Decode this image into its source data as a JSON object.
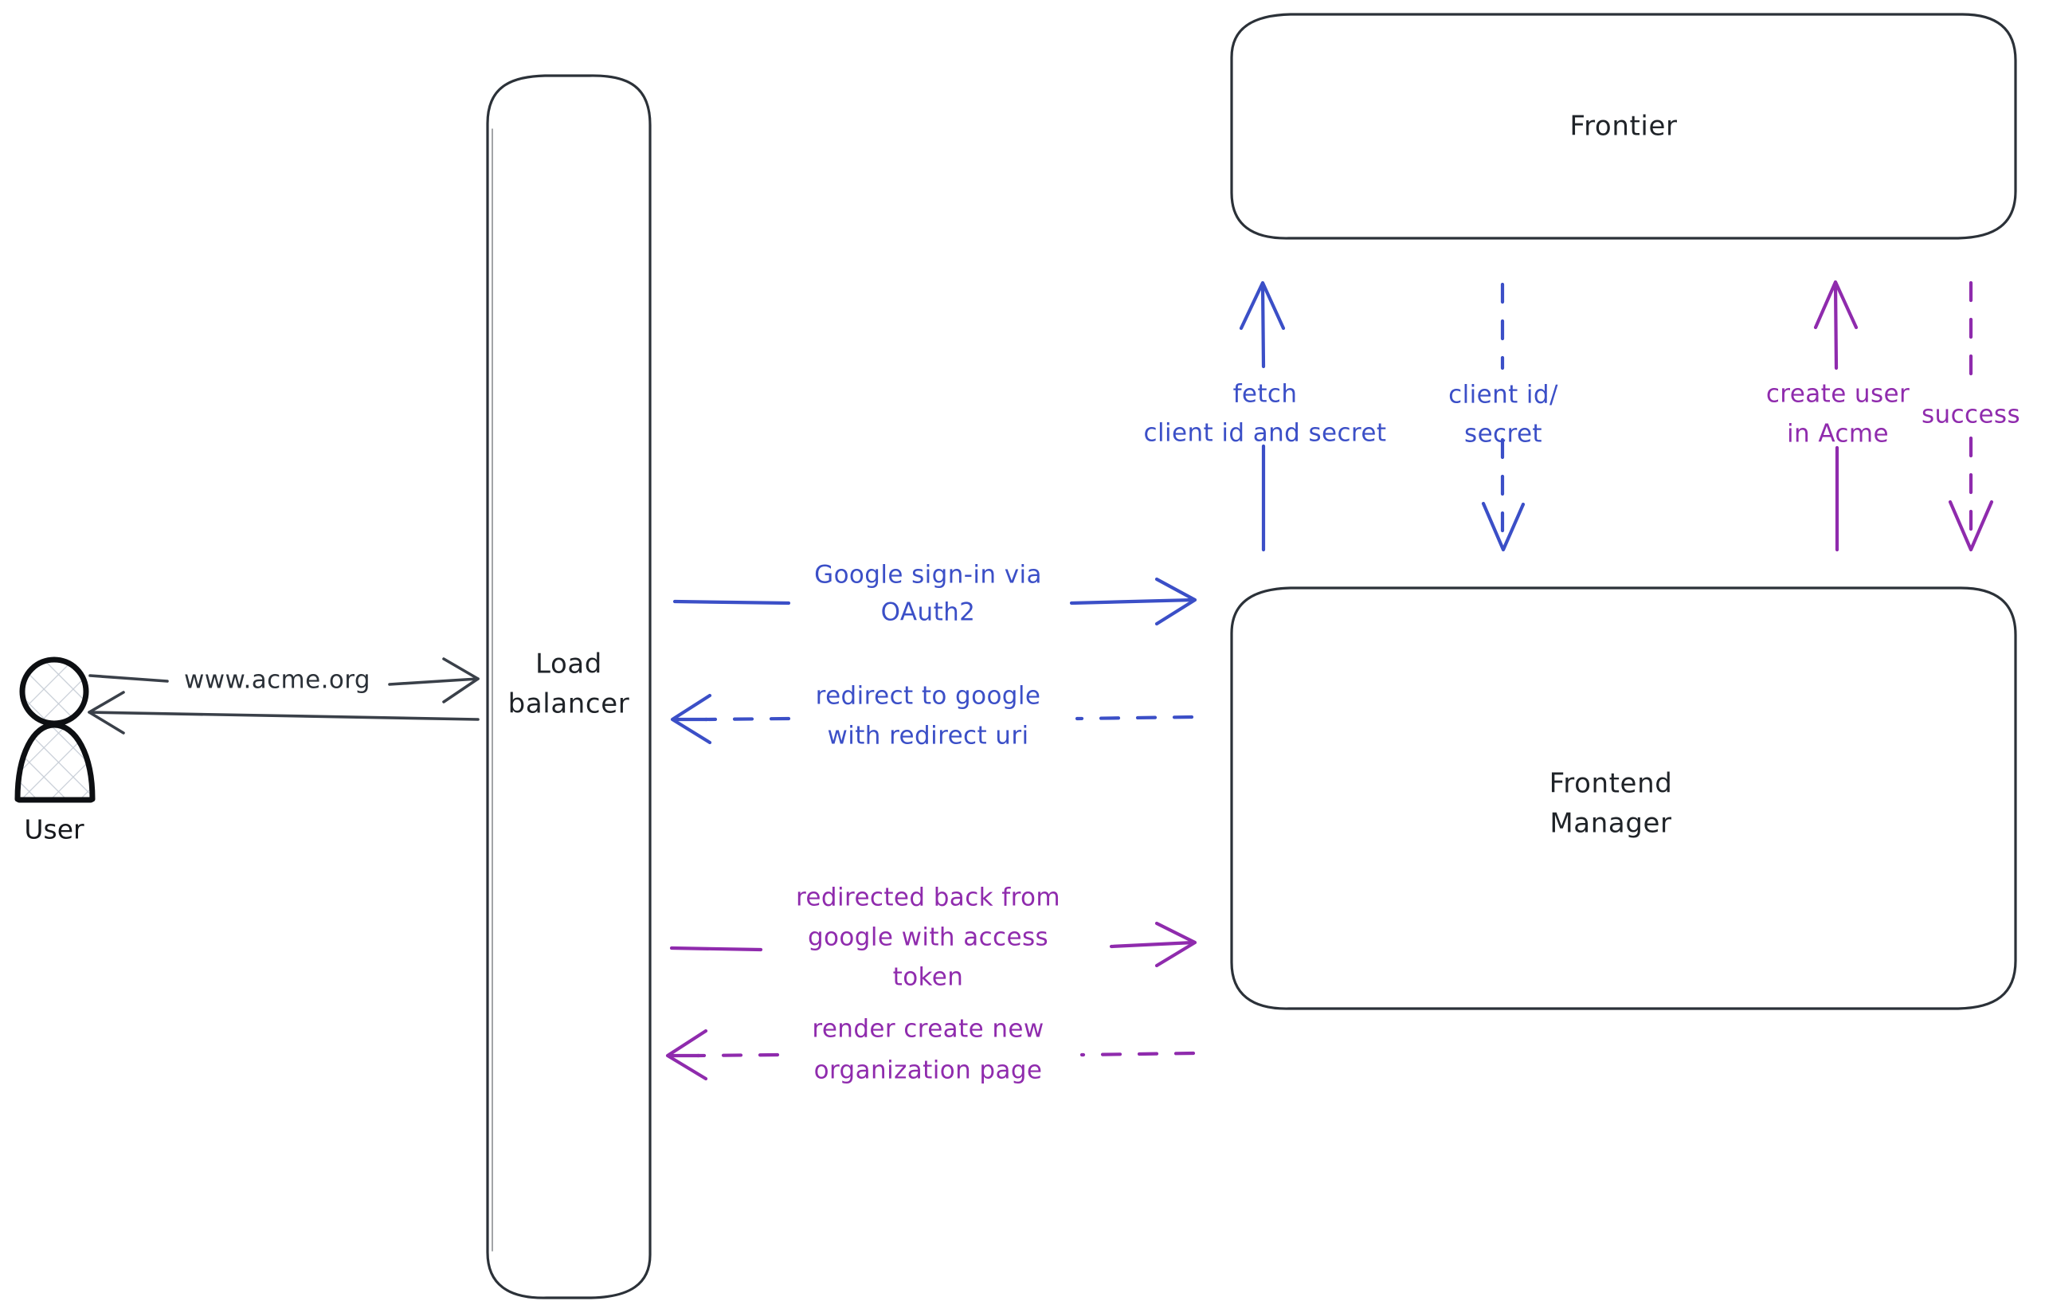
{
  "diagram": {
    "title": "Google OAuth2 sign-in sequence",
    "background": "#ffffff",
    "colors": {
      "node_stroke": "#2b3138",
      "blue": "#3b4fc7",
      "purple": "#8f2bad",
      "dark": "#3a4049",
      "actor": "#0d0f12"
    }
  },
  "actors": {
    "user": {
      "label": "User",
      "icon": "user-actor-icon"
    }
  },
  "nodes": {
    "load_balancer": {
      "label_line1": "Load",
      "label_line2": "balancer"
    },
    "frontier": {
      "label": "Frontier"
    },
    "frontend_manager": {
      "label_line1": "Frontend",
      "label_line2": "Manager"
    }
  },
  "edges": [
    {
      "id": "user-to-lb",
      "label": "www.acme.org",
      "color": "dark",
      "style": "solid",
      "direction": "right",
      "from": "User",
      "to": "Load balancer"
    },
    {
      "id": "lb-to-user",
      "label": "",
      "color": "dark",
      "style": "solid",
      "direction": "left",
      "from": "Load balancer",
      "to": "User"
    },
    {
      "id": "lb-to-fm-signin",
      "label_line1": "Google sign-in via",
      "label_line2": "OAuth2",
      "color": "blue",
      "style": "solid",
      "direction": "right",
      "from": "Load balancer",
      "to": "Frontend Manager"
    },
    {
      "id": "fm-to-lb-redirect",
      "label_line1": "redirect to google",
      "label_line2": "with redirect uri",
      "color": "blue",
      "style": "dashed",
      "direction": "left",
      "from": "Frontend Manager",
      "to": "Load balancer"
    },
    {
      "id": "lb-to-fm-token",
      "label_line1": "redirected back from",
      "label_line2": "google with access",
      "label_line3": "token",
      "color": "purple",
      "style": "solid",
      "direction": "right",
      "from": "Load balancer",
      "to": "Frontend Manager"
    },
    {
      "id": "fm-to-lb-render",
      "label_line1": "render create new",
      "label_line2": "organization page",
      "color": "purple",
      "style": "dashed",
      "direction": "left",
      "from": "Frontend Manager",
      "to": "Load balancer"
    },
    {
      "id": "fm-to-frontier-fetch",
      "label_line1": "fetch",
      "label_line2": "client id and secret",
      "color": "blue",
      "style": "solid",
      "direction": "up",
      "from": "Frontend Manager",
      "to": "Frontier"
    },
    {
      "id": "frontier-to-fm-creds",
      "label_line1": "client id/",
      "label_line2": "secret",
      "color": "blue",
      "style": "dashed",
      "direction": "down",
      "from": "Frontier",
      "to": "Frontend Manager"
    },
    {
      "id": "fm-to-frontier-createuser",
      "label_line1": "create user",
      "label_line2": "in Acme",
      "color": "purple",
      "style": "solid",
      "direction": "up",
      "from": "Frontend Manager",
      "to": "Frontier"
    },
    {
      "id": "frontier-to-fm-success",
      "label": "success",
      "color": "purple",
      "style": "dashed",
      "direction": "down",
      "from": "Frontier",
      "to": "Frontend Manager"
    }
  ]
}
